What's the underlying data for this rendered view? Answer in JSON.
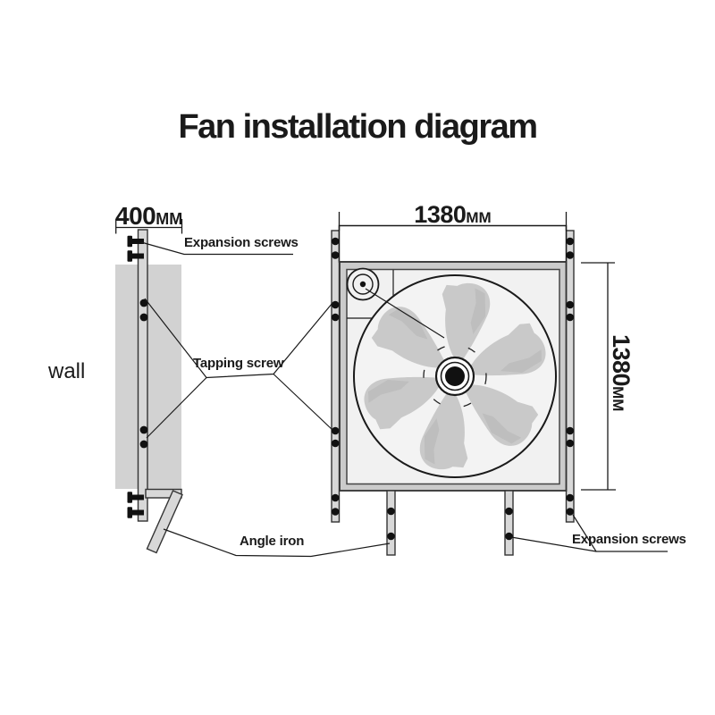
{
  "title": "Fan installation diagram",
  "side_view": {
    "wall_label": "wall",
    "width_dimension": {
      "value": "400",
      "unit": "MM"
    }
  },
  "front_view": {
    "width_dimension": {
      "value": "1380",
      "unit": "MM"
    },
    "height_dimension": {
      "value": "1380",
      "unit": "MM"
    }
  },
  "callouts": {
    "expansion_screws_top": "Expansion screws",
    "tapping_screw": "Tapping screw",
    "angle_iron": "Angle iron",
    "expansion_screws_bottom": "Expansion screws"
  },
  "colors": {
    "background": "#ffffff",
    "line": "#1a1a1a",
    "wall_fill": "#d2d2d2",
    "metal_fill": "#d8d8d8",
    "frame_fill": "#cbcbcb",
    "panel_fill": "#f1f1f1",
    "blade_fill": "#c9c9c9",
    "blade_shade": "#b9b9b9",
    "screw_fill": "#111111"
  }
}
